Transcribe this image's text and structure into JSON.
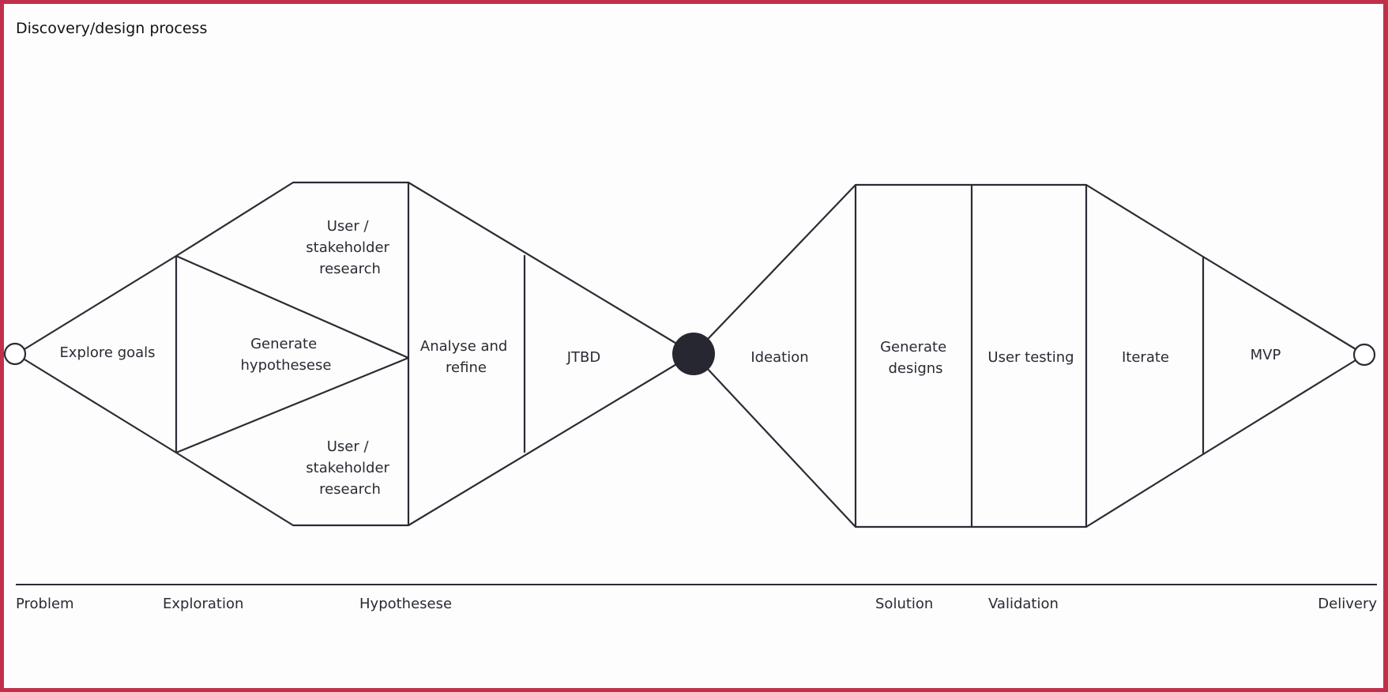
{
  "title": "Discovery/design process",
  "colors": {
    "border": "#c1304b",
    "stroke": "#2b2b35",
    "background": "#fdfdfd"
  },
  "diamond1": {
    "explore_goals": "Explore goals",
    "generate_hypotheses": [
      "Generate",
      "hypothesese"
    ],
    "research_top": [
      "User /",
      "stakeholder",
      "research"
    ],
    "research_bottom": [
      "User /",
      "stakeholder",
      "research"
    ],
    "analyse_refine": [
      "Analyse and",
      "refine"
    ],
    "jtbd": "JTBD"
  },
  "diamond2": {
    "ideation": "Ideation",
    "generate_designs": [
      "Generate",
      "designs"
    ],
    "user_testing": "User testing",
    "iterate": "Iterate",
    "mvp": "MVP"
  },
  "timeline": {
    "problem": "Problem",
    "exploration": "Exploration",
    "hypothesese": "Hypothesese",
    "solution": "Solution",
    "validation": "Validation",
    "delivery": "Delivery"
  }
}
